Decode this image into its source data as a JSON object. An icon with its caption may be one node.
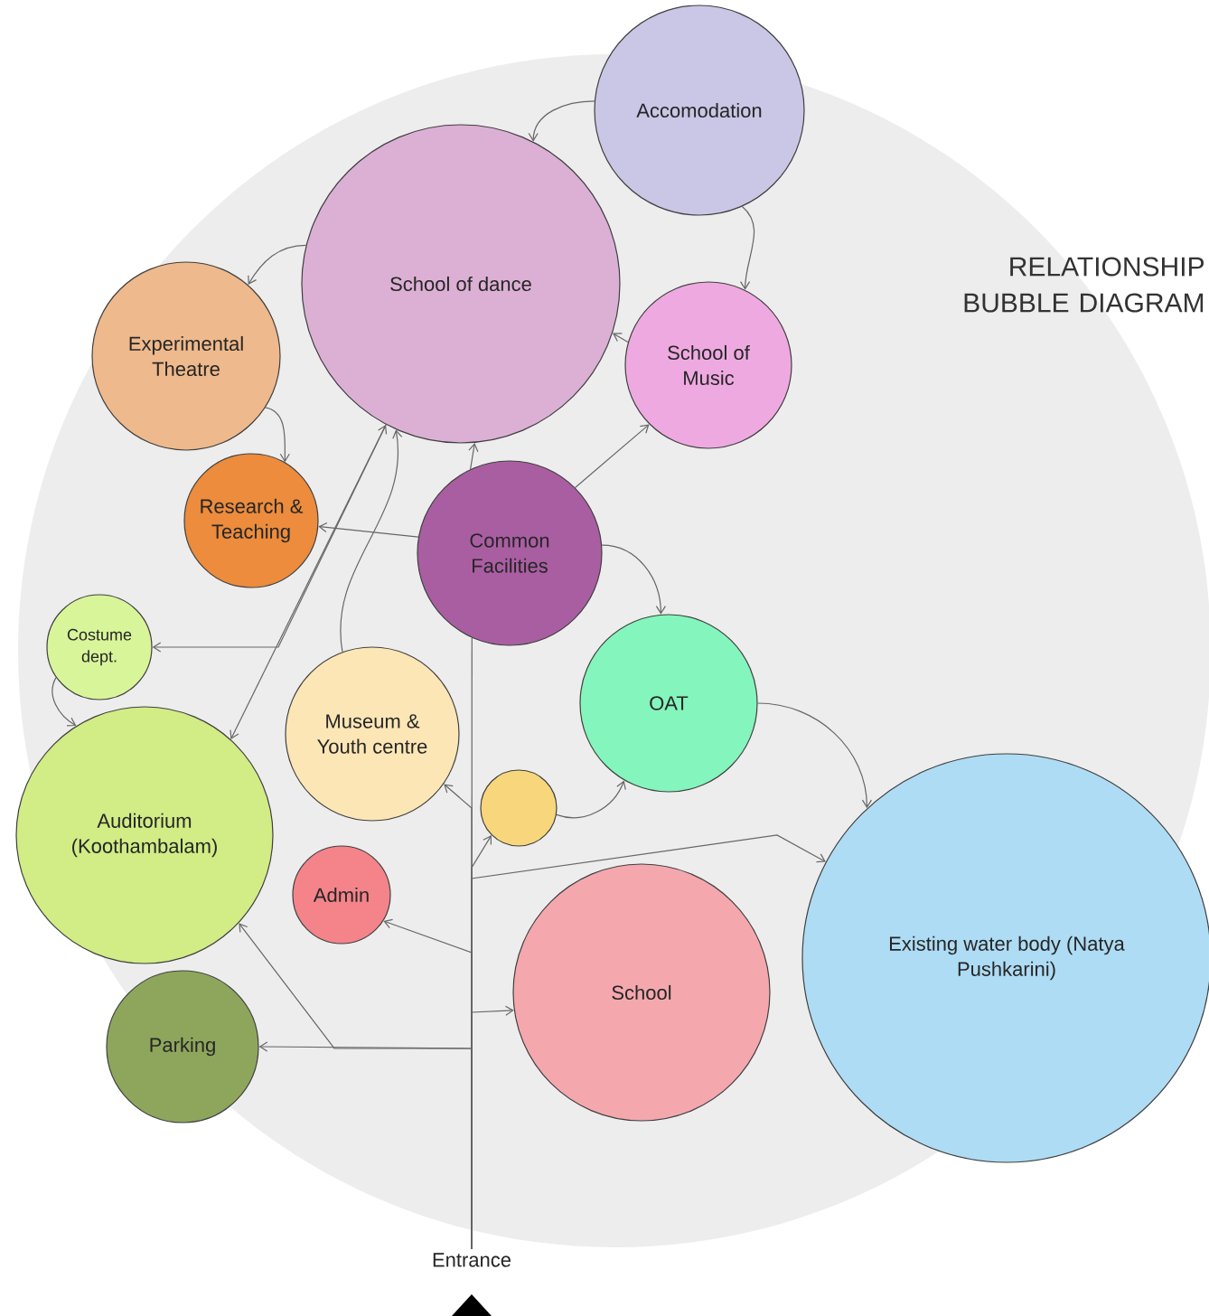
{
  "diagram": {
    "title": "RELATIONSHIP BUBBLE DIAGRAM",
    "nodes": [
      {
        "text": [
          "Accomodation"
        ]
      },
      {
        "text": [
          "School of dance"
        ]
      },
      {
        "text": [
          "Experimental Theatre"
        ]
      },
      {
        "text": [
          "School of Music"
        ]
      },
      {
        "text": [
          "Research & Teaching"
        ]
      },
      {
        "text": [
          "Common Facilities"
        ]
      },
      {
        "text": [
          "Costume dept."
        ]
      },
      {
        "text": [
          "Museum & Youth centre"
        ]
      },
      {
        "text": [
          "OAT"
        ]
      },
      {
        "text": [],
        "shape": "circle"
      },
      {
        "text": [
          "Auditorium (Koothambalam)"
        ]
      },
      {
        "text": [
          "Admin"
        ]
      },
      {
        "text": [
          "School"
        ]
      },
      {
        "text": [
          "Existing water body (Natya Pushkarini)"
        ]
      },
      {
        "text": [
          "Parking"
        ]
      },
      {
        "text": [
          "Entrance"
        ]
      }
    ],
    "edges": [
      {
        "from": 0,
        "to": 1,
        "arrow": "to"
      },
      {
        "from": 0,
        "to": 3,
        "arrow": "to"
      },
      {
        "from": 1,
        "to": 2,
        "arrow": "to"
      },
      {
        "from": 2,
        "to": 4,
        "arrow": "to"
      },
      {
        "from": 3,
        "to": 1,
        "arrow": "to"
      },
      {
        "from": 5,
        "to": 1,
        "arrow": "to"
      },
      {
        "from": 5,
        "to": 3,
        "arrow": "to"
      },
      {
        "from": 5,
        "to": 4,
        "arrow": "to"
      },
      {
        "from": 5,
        "to": 8,
        "arrow": "to"
      },
      {
        "from": 8,
        "to": 13,
        "arrow": "to"
      },
      {
        "from": 9,
        "to": 8,
        "arrow": "to"
      },
      {
        "from": 7,
        "to": 1,
        "arrow": "to"
      },
      {
        "from": 10,
        "to": 1,
        "arrow": "both"
      },
      {
        "from": 1,
        "to": 6,
        "arrow": "to"
      },
      {
        "from": 6,
        "to": 10,
        "arrow": "to"
      },
      {
        "from": 15,
        "to": 5,
        "arrow": "none"
      },
      {
        "from": 15,
        "to": 7,
        "arrow": "to"
      },
      {
        "from": 15,
        "to": 9,
        "arrow": "to"
      },
      {
        "from": 15,
        "to": 13,
        "arrow": "to"
      },
      {
        "from": 15,
        "to": 11,
        "arrow": "to"
      },
      {
        "from": 15,
        "to": 12,
        "arrow": "to"
      },
      {
        "from": 15,
        "to": 14,
        "arrow": "to"
      },
      {
        "from": 15,
        "to": 10,
        "arrow": "to"
      }
    ]
  }
}
